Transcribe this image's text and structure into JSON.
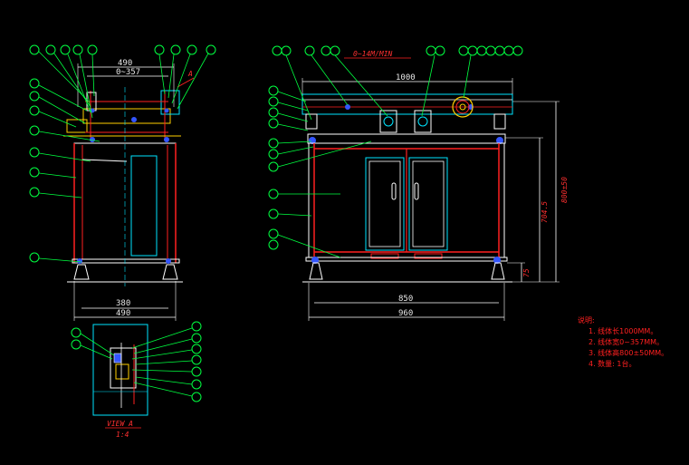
{
  "drawing": {
    "side_view": {
      "dim_top_width": "490",
      "dim_stroke": "0~357",
      "section_mark": "A",
      "dim_bottom_inner": "380",
      "dim_bottom_outer": "490"
    },
    "front_view": {
      "speed_label": "0~14M/MIN",
      "dim_length_top": "1000",
      "dim_bottom_inner": "850",
      "dim_bottom_outer": "960",
      "dim_height_total": "800±50",
      "dim_height_body": "704.5",
      "dim_foot": "75"
    },
    "detail_view": {
      "title": "VIEW A",
      "scale": "1:4"
    },
    "notes": {
      "heading": "说明:",
      "items": [
        "1. 线体长1000MM。",
        "2. 线体宽0~357MM。",
        "3. 线体高800±50MM。",
        "4. 数量: 1台。"
      ]
    },
    "colors": {
      "background": "#000000",
      "frame": "#ff2020",
      "outline": "#ffffff",
      "construction": "#00e5ff",
      "part_bubble": "#00ff40",
      "fastener": "#3355ff",
      "motor": "#ffd000"
    }
  }
}
